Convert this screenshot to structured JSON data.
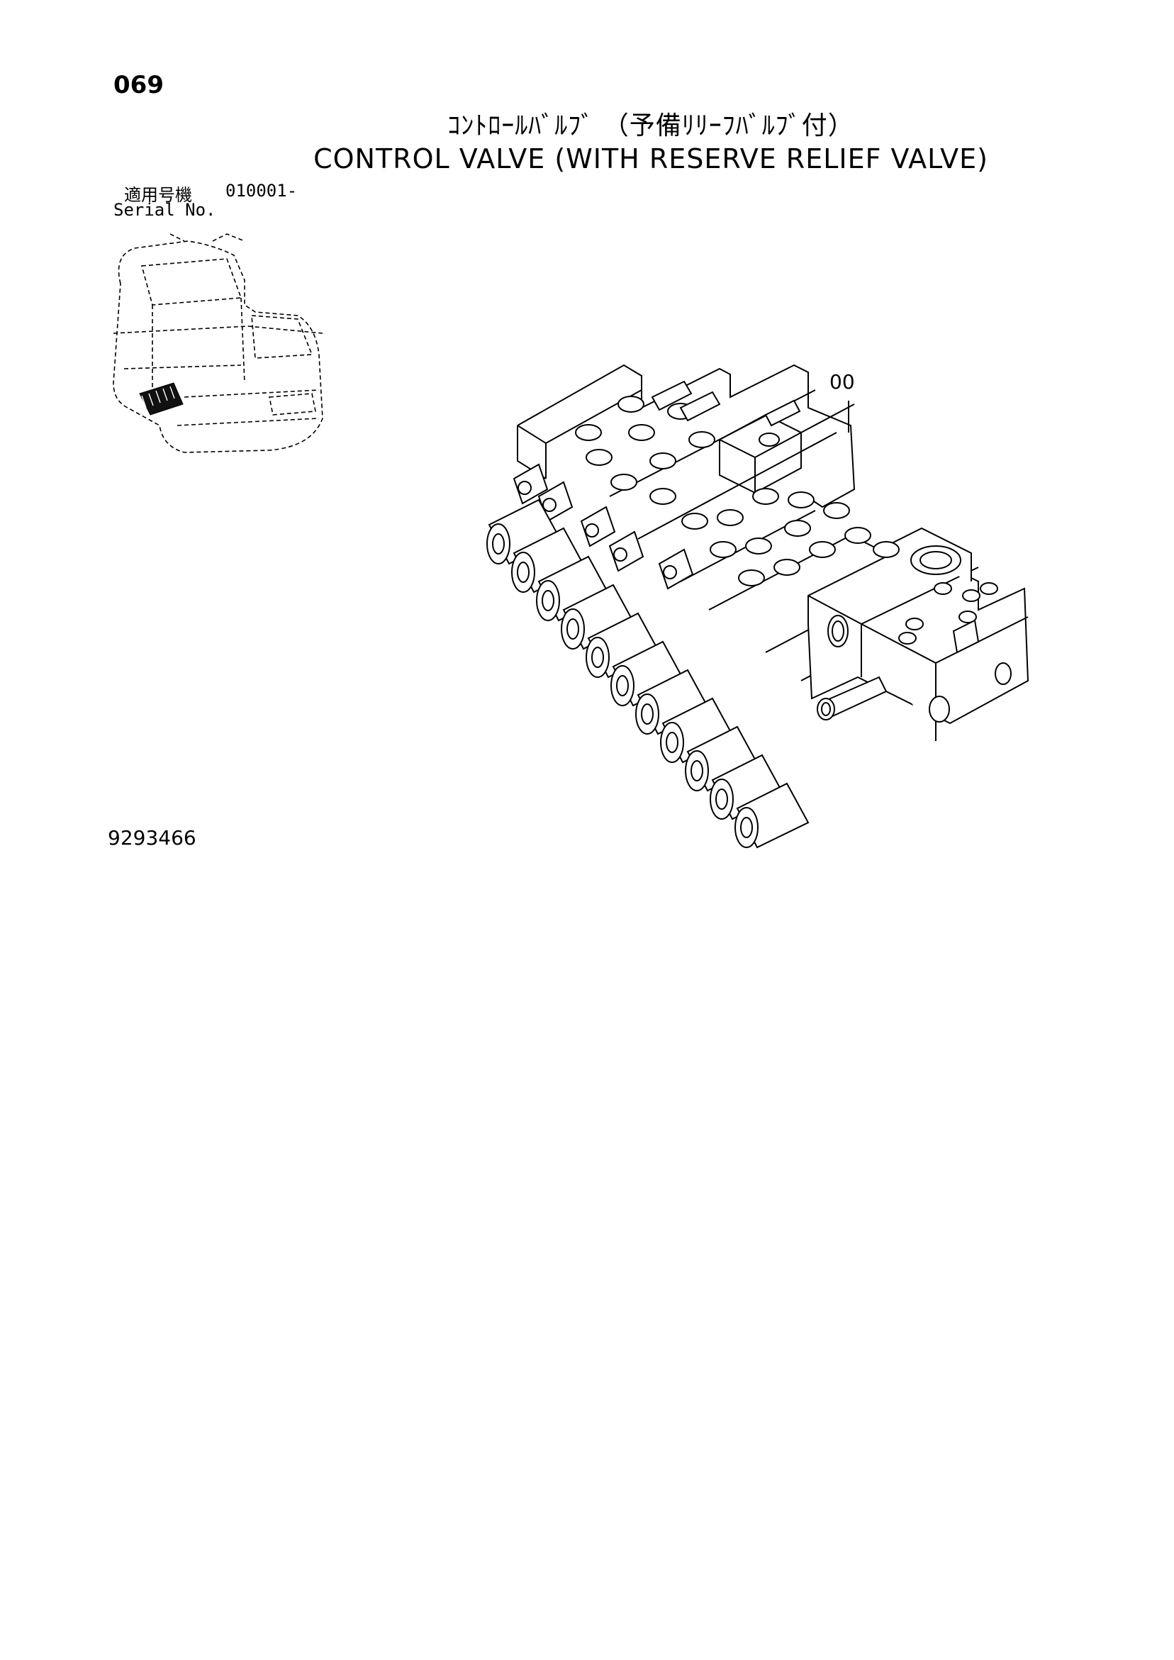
{
  "page": {
    "number": "069",
    "title_jp": "ｺﾝﾄﾛｰﾙﾊﾞﾙﾌﾞ （予備ﾘﾘｰﾌﾊﾞﾙﾌﾞ付）",
    "title_en": "CONTROL VALVE (WITH RESERVE RELIEF VALVE)",
    "serial_label_jp": "適用号機",
    "serial_value": "010001-",
    "serial_label_en": "Serial No.",
    "callout_label": "00",
    "drawing_number": "9293466"
  }
}
